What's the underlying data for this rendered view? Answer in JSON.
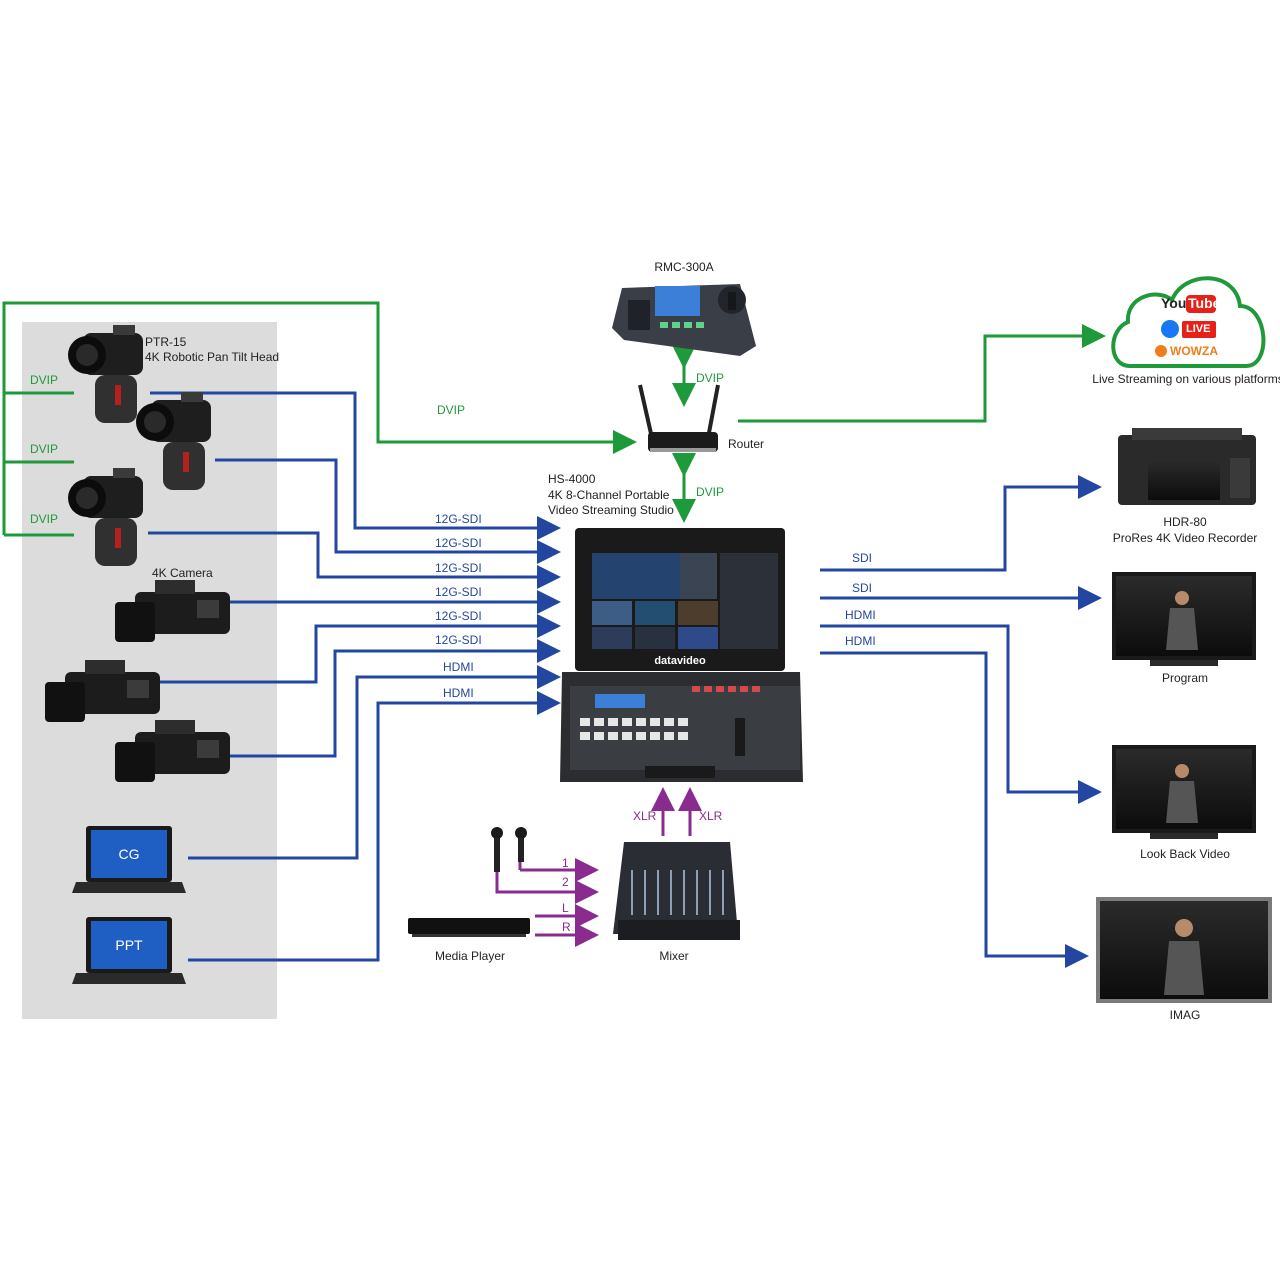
{
  "devices": {
    "ptr15_name": "PTR-15",
    "ptr15_desc": "4K Robotic Pan Tilt Head",
    "camera4k": "4K Camera",
    "rmc": "RMC-300A",
    "router": "Router",
    "hs4000_name": "HS-4000",
    "hs4000_desc1": "4K 8-Channel Portable",
    "hs4000_desc2": "Video Streaming Studio",
    "hs_brand": "datavideo",
    "cg": "CG",
    "ppt": "PPT",
    "media_player": "Media Player",
    "mixer": "Mixer",
    "hdr80_name": "HDR-80",
    "hdr80_desc": "ProRes 4K Video Recorder",
    "program": "Program",
    "lookback": "Look Back Video",
    "imag": "IMAG",
    "streaming": "Live Streaming on various platforms"
  },
  "cloud": {
    "youtube_a": "You",
    "youtube_b": "Tube",
    "live": "LIVE",
    "wowza": "WOWZA"
  },
  "signals": {
    "dvip": "DVIP",
    "sdi12g": "12G-SDI",
    "hdmi": "HDMI",
    "sdi": "SDI",
    "xlr": "XLR",
    "ch1": "1",
    "ch2": "2",
    "l": "L",
    "r": "R"
  },
  "colors": {
    "dvip": "#1f9a3a",
    "video": "#2347a0",
    "audio": "#8a2c8f",
    "panel": "#dcdcdc"
  }
}
